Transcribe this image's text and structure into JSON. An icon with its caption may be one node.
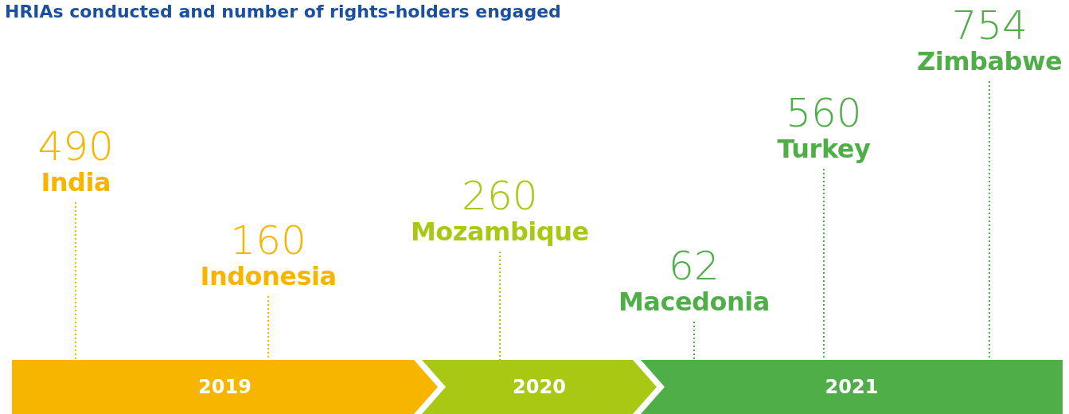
{
  "diagram": {
    "title": "HRIAs conducted and number of rights-holders engaged",
    "nodes": [
      {
        "text": [
          "2019"
        ]
      },
      {
        "text": [
          "2020"
        ]
      },
      {
        "text": [
          "2021"
        ]
      },
      {
        "text": [
          "490",
          "India"
        ]
      },
      {
        "text": [
          "160",
          "Indonesia"
        ]
      },
      {
        "text": [
          "260",
          "Mozambique"
        ]
      },
      {
        "text": [
          "62",
          "Macedonia"
        ]
      },
      {
        "text": [
          "560",
          "Turkey"
        ]
      },
      {
        "text": [
          "754",
          "Zimbabwe"
        ]
      }
    ],
    "edges": [
      {
        "from": 3,
        "to": 0,
        "arrow": "none",
        "style": "dashed",
        "color": "#f7b500"
      },
      {
        "from": 4,
        "to": 0,
        "arrow": "none",
        "style": "dashed",
        "color": "#f7b500"
      },
      {
        "from": 5,
        "to": 1,
        "arrow": "none",
        "style": "dashed",
        "color": "#a8c813"
      },
      {
        "from": 6,
        "to": 2,
        "arrow": "none",
        "style": "dashed"
      },
      {
        "from": 7,
        "to": 2,
        "arrow": "none",
        "style": "dashed"
      },
      {
        "from": 8,
        "to": 2,
        "arrow": "none",
        "style": "dashed"
      }
    ]
  }
}
